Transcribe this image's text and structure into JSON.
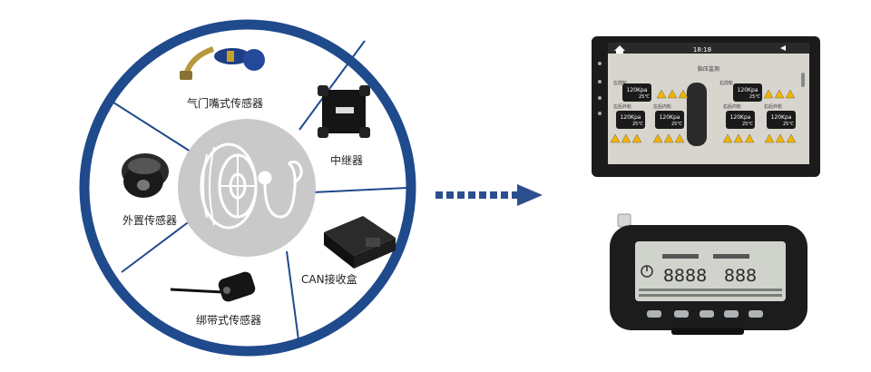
{
  "sensors": {
    "valve_sensor": "气门嘴式传感器",
    "relay": "中继器",
    "external_sensor": "外置传感器",
    "can_box": "CAN接收盒",
    "strap_sensor": "绑带式传感器"
  },
  "tablet": {
    "status_time": "18:18",
    "title": "胎压监测",
    "tires": [
      {
        "label": "左前轮",
        "pressure": "120Kpa",
        "temp": "25℃"
      },
      {
        "label": "右前轮",
        "pressure": "120Kpa",
        "temp": "25℃"
      },
      {
        "label": "左后外轮",
        "pressure": "120Kpa",
        "temp": "25℃"
      },
      {
        "label": "左后内轮",
        "pressure": "120Kpa",
        "temp": "25℃"
      },
      {
        "label": "右后内轮",
        "pressure": "120Kpa",
        "temp": "25℃"
      },
      {
        "label": "右后外轮",
        "pressure": "120Kpa",
        "temp": "25℃"
      }
    ]
  },
  "lcd": {
    "digits_left": "8888",
    "digits_right": "888"
  },
  "colors": {
    "ring": "#1f4a8c",
    "arrow": "#2b4f8e",
    "center_disc": "#c9c9c9"
  }
}
